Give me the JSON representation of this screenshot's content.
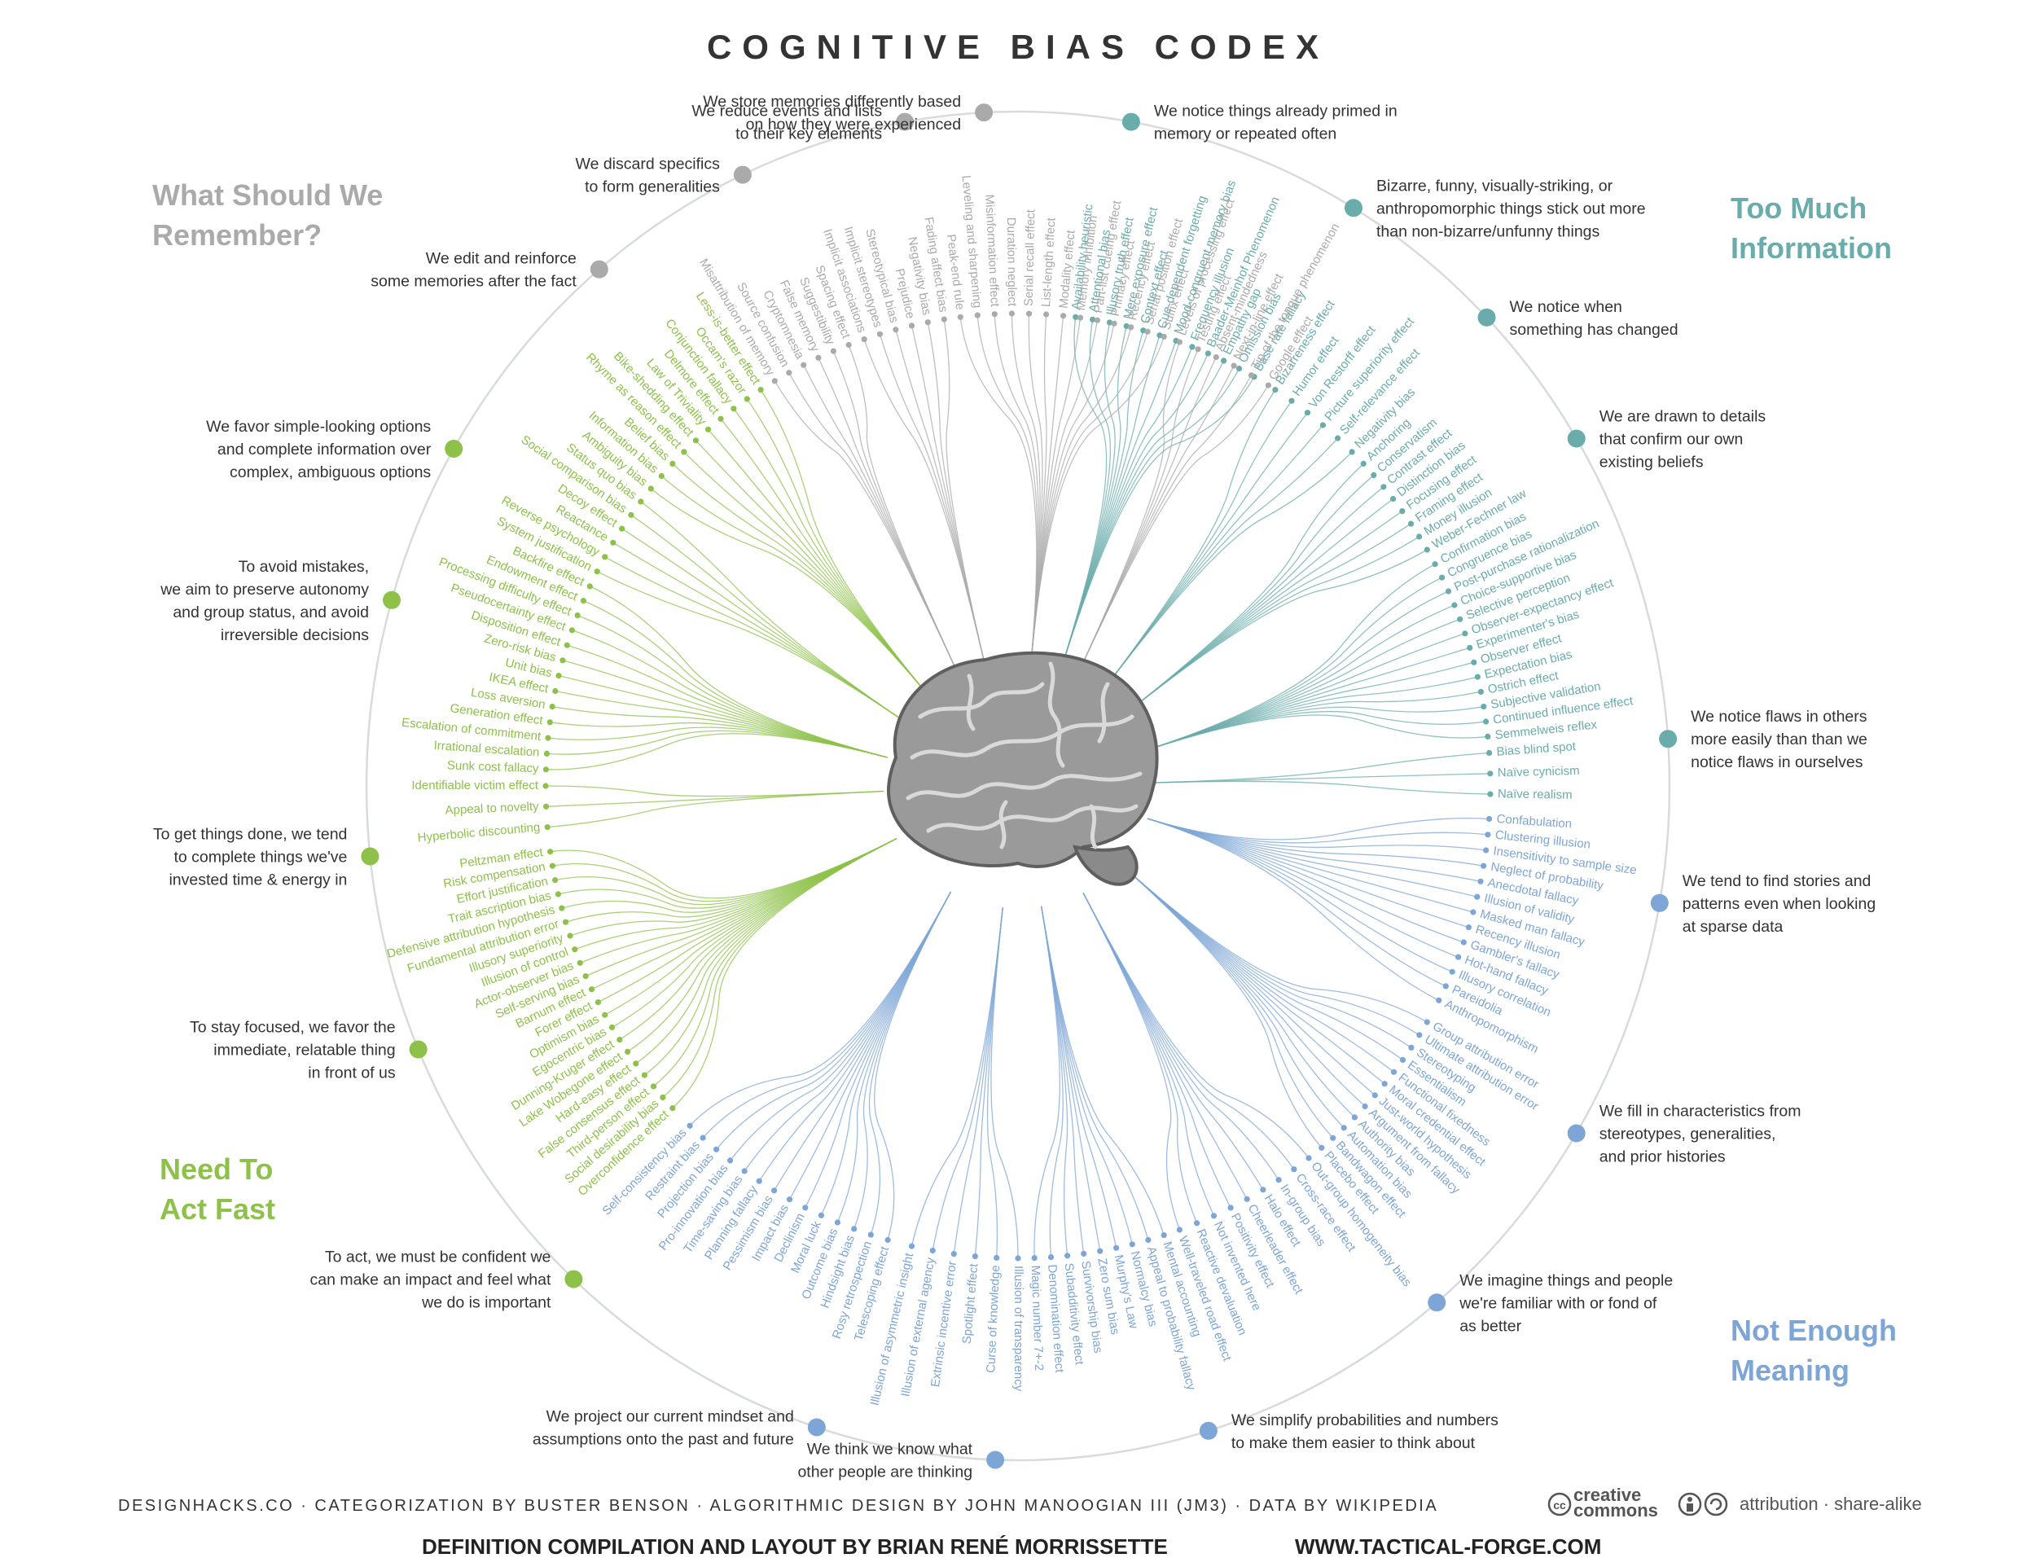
{
  "title": "COGNITIVE BIAS CODEX",
  "colors": {
    "memory": "#a9aaa9",
    "too_much": "#6aacab",
    "meaning": "#7da5d6",
    "act_fast": "#8dc149",
    "ring": "#d7dcd9",
    "brain": "#8f8f8f"
  },
  "quadrants": {
    "memory": [
      "What Should We",
      "Remember?"
    ],
    "too_much": [
      "Too Much",
      "Information"
    ],
    "meaning": [
      "Not Enough",
      "Meaning"
    ],
    "act_fast": [
      "Need To",
      "Act Fast"
    ]
  },
  "categories": [
    {
      "color": "too_much",
      "lines": [
        "We notice things already primed in",
        "memory or repeated often"
      ],
      "biases": [
        "Availability heuristic",
        "Attentional bias",
        "Illusory truth effect",
        "Mere exposure effect",
        "Context effect",
        "Cue-dependent forgetting",
        "Mood-congruent memory bias",
        "Frequency illusion",
        "Baader-Meinhof Phenomenon",
        "Empathy gap",
        "Omission bias",
        "Base rate fallacy"
      ]
    },
    {
      "color": "too_much",
      "lines": [
        "Bizarre, funny, visually-striking, or",
        "anthropomorphic things stick out more",
        "than non-bizarre/unfunny things"
      ],
      "biases": [
        "Bizarreness effect",
        "Humor effect",
        "Von Restorff effect",
        "Picture superiority effect",
        "Self-relevance effect",
        "Negativity bias"
      ]
    },
    {
      "color": "too_much",
      "lines": [
        "We notice when",
        "something has changed"
      ],
      "biases": [
        "Anchoring",
        "Conservatism",
        "Contrast effect",
        "Distinction bias",
        "Focusing effect",
        "Framing effect",
        "Money illusion",
        "Weber-Fechner law"
      ]
    },
    {
      "color": "too_much",
      "lines": [
        "We are drawn to details",
        "that confirm our own",
        "existing beliefs"
      ],
      "biases": [
        "Confirmation bias",
        "Congruence bias",
        "Post-purchase rationalization",
        "Choice-supportive bias",
        "Selective perception",
        "Observer-expectancy effect",
        "Experimenter's bias",
        "Observer effect",
        "Expectation bias",
        "Ostrich effect",
        "Subjective validation",
        "Continued influence effect",
        "Semmelweis reflex"
      ]
    },
    {
      "color": "too_much",
      "lines": [
        "We notice flaws in others",
        "more easily than than we",
        "notice flaws in ourselves"
      ],
      "biases": [
        "Bias blind spot",
        "Naïve cynicism",
        "Naïve realism"
      ]
    },
    {
      "color": "meaning",
      "lines": [
        "We tend to find stories and",
        "patterns even when looking",
        "at sparse data"
      ],
      "biases": [
        "Confabulation",
        "Clustering illusion",
        "Insensitivity to sample size",
        "Neglect of probability",
        "Anecdotal fallacy",
        "Illusion of validity",
        "Masked man fallacy",
        "Recency illusion",
        "Gambler's fallacy",
        "Hot-hand fallacy",
        "Illusory correlation",
        "Pareidolia",
        "Anthropomorphism"
      ]
    },
    {
      "color": "meaning",
      "lines": [
        "We fill in characteristics from",
        "stereotypes, generalities,",
        "and prior histories"
      ],
      "biases": [
        "Group attribution error",
        "Ultimate attribution error",
        "Stereotyping",
        "Essentialism",
        "Functional fixedness",
        "Moral credential effect",
        "Just-world hypothesis",
        "Argument from fallacy",
        "Authority bias",
        "Automation bias",
        "Bandwagon effect",
        "Placebo effect"
      ]
    },
    {
      "color": "meaning",
      "lines": [
        "We imagine things and people",
        "we're familiar with or fond of",
        "as better"
      ],
      "biases": [
        "Out-group homogeneity bias",
        "Cross-race effect",
        "In-group bias",
        "Halo effect",
        "Cheerleader effect",
        "Positivity effect",
        "Not invented here",
        "Reactive devaluation",
        "Well-traveled road effect"
      ]
    },
    {
      "color": "meaning",
      "lines": [
        "We simplify probabilities and numbers",
        "to make them easier to think about"
      ],
      "biases": [
        "Mental accounting",
        "Appeal to probability fallacy",
        "Normalcy bias",
        "Murphy's Law",
        "Zero sum bias",
        "Survivorship bias",
        "Subadditivity effect",
        "Denomination effect",
        "Magic number 7+-2"
      ]
    },
    {
      "color": "meaning",
      "lines": [
        "We think we know what",
        "other people are thinking"
      ],
      "biases": [
        "Illusion of transparency",
        "Curse of knowledge",
        "Spotlight effect",
        "Extrinsic incentive error",
        "Illusion of external agency",
        "Illusion of asymmetric insight"
      ]
    },
    {
      "color": "meaning",
      "lines": [
        "We project our current mindset and",
        "assumptions onto the past and future"
      ],
      "biases": [
        "Telescoping effect",
        "Rosy retrospection",
        "Hindsight bias",
        "Outcome bias",
        "Moral luck",
        "Declinism",
        "Impact bias",
        "Pessimism bias",
        "Planning fallacy",
        "Time-saving bias",
        "Pro-innovation bias",
        "Projection bias",
        "Restraint bias",
        "Self-consistency bias"
      ]
    },
    {
      "color": "act_fast",
      "lines": [
        "To act, we must be confident we",
        "can make an impact and feel what",
        "we do is important"
      ],
      "biases": [
        "Overconfidence effect",
        "Social desirability bias",
        "Third-person effect",
        "False consensus effect",
        "Hard-easy effect",
        "Lake Wobegone effect",
        "Dunning-Kruger effect",
        "Egocentric bias",
        "Optimism bias",
        "Forer effect",
        "Barnum effect",
        "Self-serving bias",
        "Actor-observer bias",
        "Illusion of control",
        "Illusory superiority",
        "Fundamental attribution error",
        "Defensive attribution hypothesis",
        "Trait ascription bias",
        "Effort justification",
        "Risk compensation",
        "Peltzman effect"
      ]
    },
    {
      "color": "act_fast",
      "lines": [
        "To stay focused, we favor the",
        "immediate, relatable thing",
        "in front of us"
      ],
      "biases": [
        "Hyperbolic discounting",
        "Appeal to novelty",
        "Identifiable victim effect"
      ]
    },
    {
      "color": "act_fast",
      "lines": [
        "To get things done, we tend",
        "to complete things we've",
        "invested time & energy in"
      ],
      "biases": [
        "Sunk cost fallacy",
        "Irrational escalation",
        "Escalation of commitment",
        "Generation effect",
        "Loss aversion",
        "IKEA effect",
        "Unit bias",
        "Zero-risk bias",
        "Disposition effect",
        "Pseudocertainty effect",
        "Processing difficulty effect",
        "Endowment effect",
        "Backfire effect"
      ]
    },
    {
      "color": "act_fast",
      "lines": [
        "To avoid mistakes,",
        "we aim to preserve autonomy",
        "and group status, and avoid",
        "irreversible decisions"
      ],
      "biases": [
        "System justification",
        "Reverse psychology",
        "Reactance",
        "Decoy effect",
        "Social comparison bias",
        "Status quo bias"
      ]
    },
    {
      "color": "act_fast",
      "lines": [
        "We favor simple-looking options",
        "and complete information over",
        "complex, ambiguous options"
      ],
      "biases": [
        "Ambiguity bias",
        "Information bias",
        "Belief bias",
        "Rhyme as reason effect",
        "Bike-shedding effect",
        "Law of Triviality",
        "Delmore effect",
        "Conjunction fallacy",
        "Occam's razor",
        "Less-is-better effect"
      ]
    },
    {
      "color": "memory",
      "lines": [
        "We edit and reinforce",
        "some memories after the fact"
      ],
      "biases": [
        "Misattribution of memory",
        "Source confusion",
        "Cryptomnesia",
        "False memory",
        "Suggestibility",
        "Spacing effect"
      ]
    },
    {
      "color": "memory",
      "lines": [
        "We discard specifics",
        "to form generalities"
      ],
      "biases": [
        "Implicit associations",
        "Implicit stereotypes",
        "Stereotypical bias",
        "Prejudice",
        "Negativity bias",
        "Fading affect bias"
      ]
    },
    {
      "color": "memory",
      "lines": [
        "We reduce events and lists",
        "to their key elements"
      ],
      "biases": [
        "Peak-end rule",
        "Leveling and sharpening",
        "Misinformation effect",
        "Duration neglect",
        "Serial recall effect",
        "List-length effect",
        "Modality effect",
        "Memory inhibition",
        "Part-list cueing effect",
        "Primacy effect",
        "Recency effect",
        "Serial position effect",
        "Suffix effect"
      ]
    },
    {
      "color": "memory",
      "lines": [
        "We store memories differently based",
        "on how they were experienced"
      ],
      "biases": [
        "Levels of processing effect",
        "Testing effect",
        "Absent-mindedness",
        "Next-in-line effect",
        "Tip of the tongue phenomenon",
        "Google effect"
      ]
    }
  ],
  "footer": {
    "credits": "DESIGNHACKS.CO · CATEGORIZATION BY BUSTER BENSON · ALGORITHMIC DESIGN BY JOHN MANOOGIAN III (JM3) · DATA BY WIKIPEDIA",
    "license_brand_1": "creative",
    "license_brand_2": "commons",
    "license_text": "attribution · share-alike",
    "compilation": "DEFINITION COMPILATION AND LAYOUT BY BRIAN RENÉ MORRISSETTE",
    "website": "WWW.TACTICAL-FORGE.COM"
  }
}
